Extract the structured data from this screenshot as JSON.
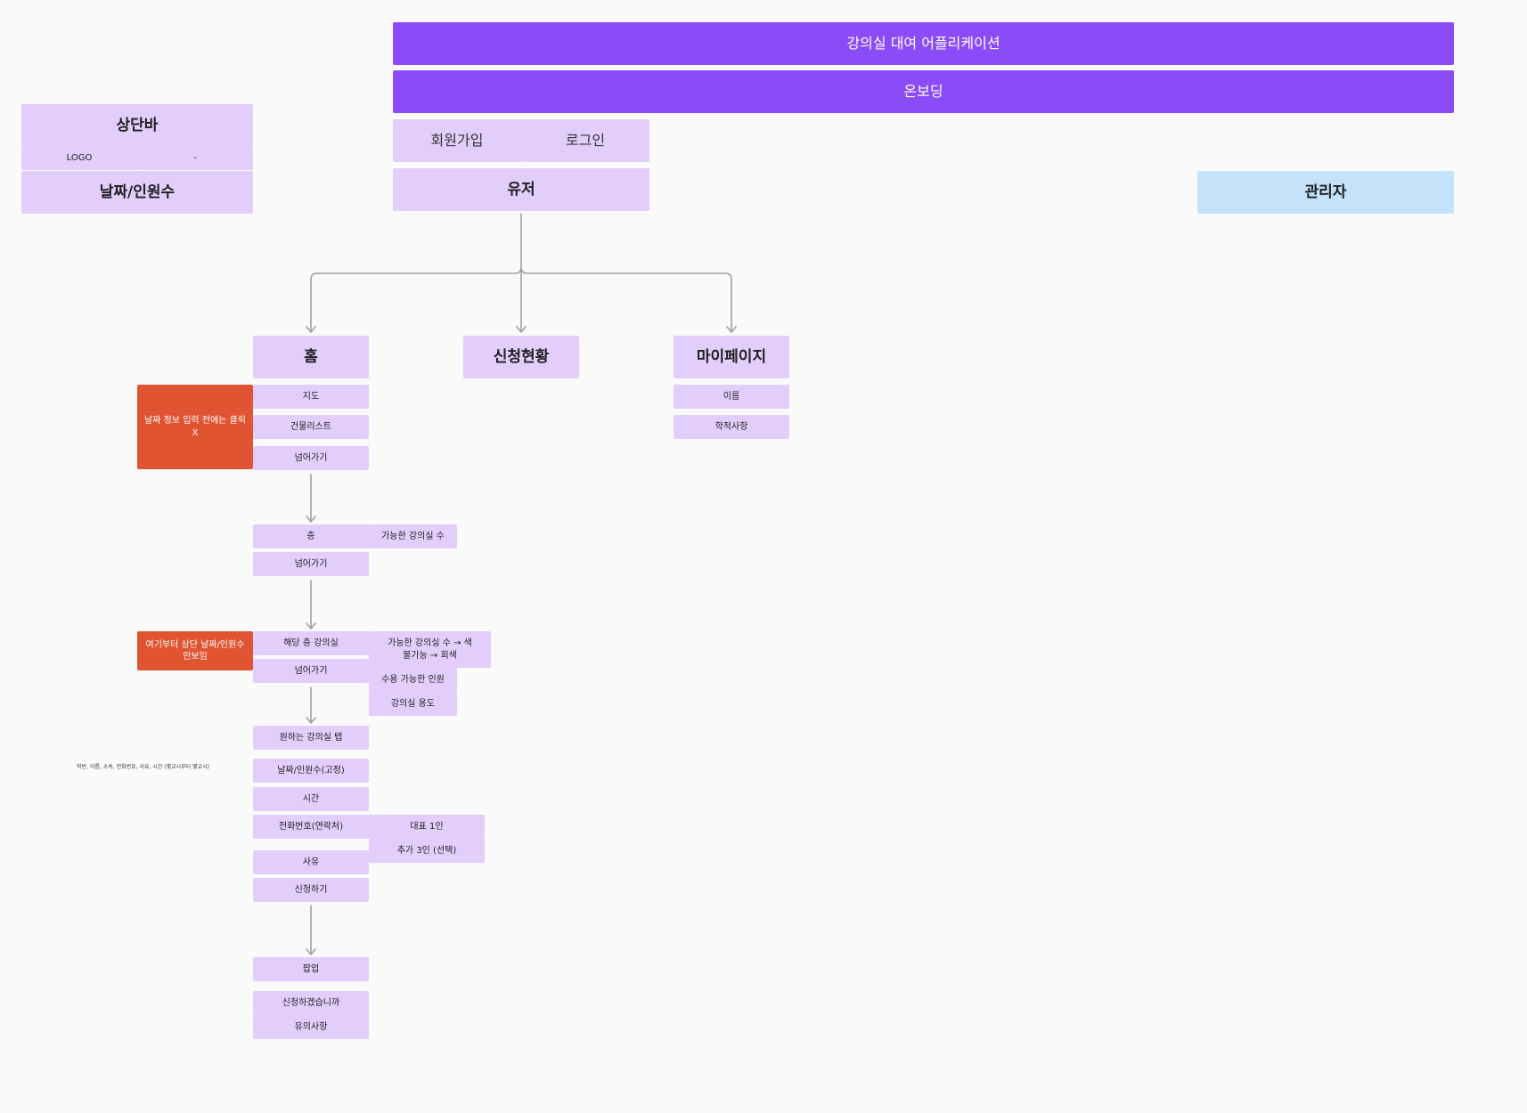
{
  "header": {
    "title": "강의실 대여 어플리케이션",
    "onboarding": "온보딩",
    "signup": "회원가입",
    "login": "로그인",
    "user": "유저",
    "admin": "관리자"
  },
  "legend": {
    "topbar": "상단바",
    "logo": "LOGO",
    "dash": "-",
    "date_people": "날짜/인원수"
  },
  "nav": {
    "home": "홈",
    "status": "신청현황",
    "mypage": "마이페이지"
  },
  "home": {
    "map": "지도",
    "building_list": "건물리스트",
    "next1": "넘어가기",
    "floor": "층",
    "available_rooms": "가능한 강의실 수",
    "next2": "넘어가기",
    "floor_rooms": "해당 층 강의실",
    "color_rule_line1": "가능한 강의실 수 → 색",
    "color_rule_line2": "불가능 → 회색",
    "next3": "넘어가기",
    "capacity": "수용 가능한 인원",
    "room_purpose": "강의실 용도",
    "tap_room": "원하는 강의실 탭",
    "date_people_fixed": "날짜/인원수(고정)",
    "time": "시간",
    "phone": "전화번호(연락처)",
    "rep": "대표 1인",
    "extra": "추가 3인 (선택)",
    "reason": "사유",
    "apply": "신청하기",
    "popup": "팝업",
    "confirm": "신청하겠습니까",
    "caution": "유의사항"
  },
  "mypage": {
    "name": "이름",
    "academic": "학적사항"
  },
  "notes": {
    "no_click_line1": "날짜 정보 입력 전에는 클릭",
    "no_click_line2": "X",
    "hide_topbar_line1": "여기부터 상단 날짜/인원수",
    "hide_topbar_line2": "안보임",
    "fields_note": "학번, 이름, 소속, 전화번호, 사유, 시간 (몇교시부터 몇교시)"
  },
  "colors": {
    "primary": "#8b4cf7",
    "node": "#e3cdfb",
    "admin": "#c5e2fb",
    "warning": "#e15431",
    "connector": "#a0a0a0"
  }
}
